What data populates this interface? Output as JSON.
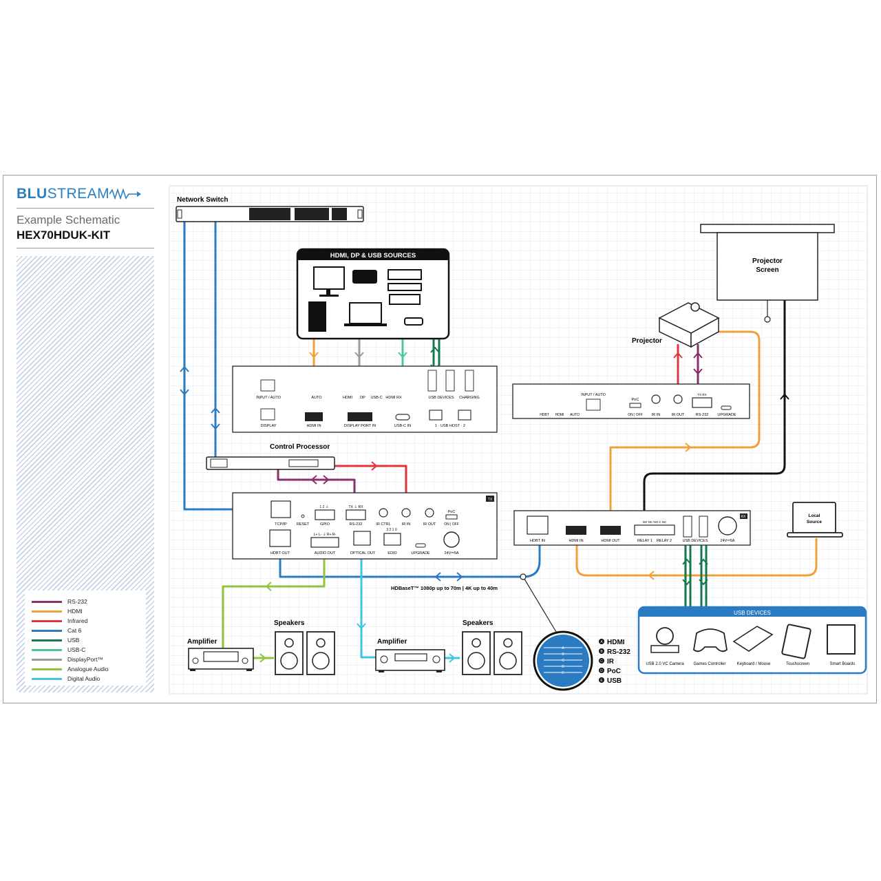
{
  "brand": {
    "name_bold": "BLU",
    "name_light": "STREAM",
    "subtitle": "Example Schematic",
    "model": "HEX70HDUK-KIT"
  },
  "colors": {
    "rs232": "#8a2f6b",
    "hdmi": "#f0a038",
    "infrared": "#e0353e",
    "cat6": "#2a7bc2",
    "usb": "#137a4c",
    "usbc": "#4cc79a",
    "displayport": "#9c9c9c",
    "analogue": "#8fc43f",
    "digital": "#3cc6e0",
    "grid": "#dfe3ea"
  },
  "legend": [
    {
      "label": "RS-232",
      "color": "#8a2f6b"
    },
    {
      "label": "HDMI",
      "color": "#f0a038"
    },
    {
      "label": "Infrared",
      "color": "#e0353e"
    },
    {
      "label": "Cat 6",
      "color": "#2a7bc2"
    },
    {
      "label": "USB",
      "color": "#137a4c"
    },
    {
      "label": "USB-C",
      "color": "#4cc79a"
    },
    {
      "label": "DisplayPort™",
      "color": "#9c9c9c"
    },
    {
      "label": "Analogue Audio",
      "color": "#8fc43f"
    },
    {
      "label": "Digital Audio",
      "color": "#3cc6e0"
    }
  ],
  "labels": {
    "network_switch": "Network Switch",
    "sources_title": "HDMI, DP & USB SOURCES",
    "control_processor": "Control Processor",
    "projector": "Projector",
    "projector_screen_1": "Projector",
    "projector_screen_2": "Screen",
    "hdbaset": "HDBaseT™ 1080p up to 70m | 4K up to 40m",
    "local_source_1": "Local",
    "local_source_2": "Source",
    "usb_devices": "USB DEVICES",
    "amplifier": "Amplifier",
    "speakers": "Speakers"
  },
  "switcher": {
    "input_auto": "INPUT / AUTO",
    "display": "DISPLAY",
    "leds": [
      "AUTO",
      "HDMI",
      "DP",
      "USB-C",
      "HDMI RX"
    ],
    "hdmi_in": "HDMI IN",
    "displayport_in": "DISPLAY PORT IN",
    "usbc_in": "USB-C IN",
    "usb_devices": "USB DEVICES",
    "charging": "CHARGING",
    "usb_host": "1 · USB HOST · 2"
  },
  "tx": {
    "tag": "TX",
    "tcpip": "TCP/IP",
    "reset": "RESET",
    "gpio": "GPIO",
    "gpio_pins": "1 2 ⏚",
    "rs232": "RS-232",
    "rs232_pins": "TX ⏚ RX",
    "ir_ctrl": "IR CTRL",
    "ir_in": "IR IN",
    "ir_out": "IR OUT",
    "poc": "PoC",
    "on_off": "ON | OFF",
    "hdbt_out": "HDBT OUT",
    "audio_out": "AUDIO OUT",
    "audio_pins": "L+ L- ⏚ R+ R-",
    "optical_out": "OPTICAL OUT",
    "edid": "EDID",
    "edid_pins": "3 2 1 0",
    "upgrade": "UPGRADE",
    "power": "24V⎓5A"
  },
  "rx": {
    "tag": "RX",
    "hdbt_in": "HDBT IN",
    "hdmi_in": "HDMI IN",
    "hdmi_out": "HDMI OUT",
    "relay1": "RELAY 1",
    "relay2": "RELAY 2",
    "relay_pins": "NO NC NO C NC",
    "usb_devices": "USB DEVICES",
    "power": "24V⎓5A"
  },
  "proj_panel": {
    "input_auto": "INPUT / AUTO",
    "leds": [
      "HDBT",
      "HDMI",
      "AUTO"
    ],
    "poc": "PoC",
    "on_off": "ON | OFF",
    "ir_in": "IR IN",
    "ir_out": "IR OUT",
    "rs232": "RS-232",
    "rs232_pins": "TX RX",
    "upgrade": "UPGRADE"
  },
  "usb_device_items": [
    "USB 2.0 VC Camera",
    "Games Controller",
    "Keyboard / Mouse",
    "Touchscreen",
    "Smart Boards"
  ],
  "cable": {
    "letters": [
      "A",
      "B",
      "C",
      "D",
      "E"
    ],
    "items": [
      "HDMI",
      "RS-232",
      "IR",
      "PoC",
      "USB"
    ]
  }
}
